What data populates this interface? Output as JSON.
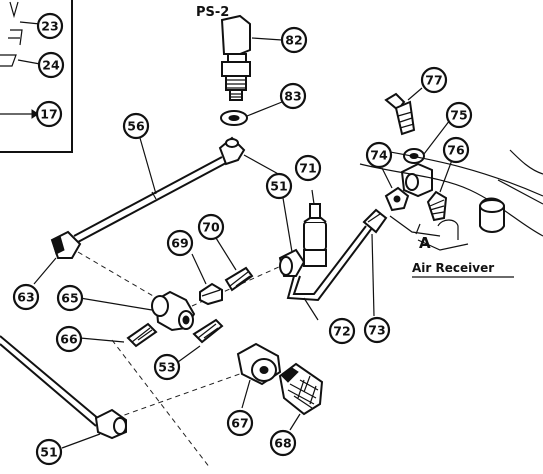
{
  "labels": {
    "ps2": "PS-2",
    "section_letter": "A",
    "air_receiver": "Air Receiver"
  },
  "callouts": {
    "c23": "23",
    "c24": "24",
    "c17": "17",
    "c82": "82",
    "c83": "83",
    "c77": "77",
    "c75": "75",
    "c56": "56",
    "c71": "71",
    "c74": "74",
    "c76": "76",
    "c51a": "51",
    "c70": "70",
    "c69": "69",
    "c63": "63",
    "c65": "65",
    "c66": "66",
    "c53": "53",
    "c72": "72",
    "c73": "73",
    "c67": "67",
    "c68": "68",
    "c51b": "51"
  }
}
